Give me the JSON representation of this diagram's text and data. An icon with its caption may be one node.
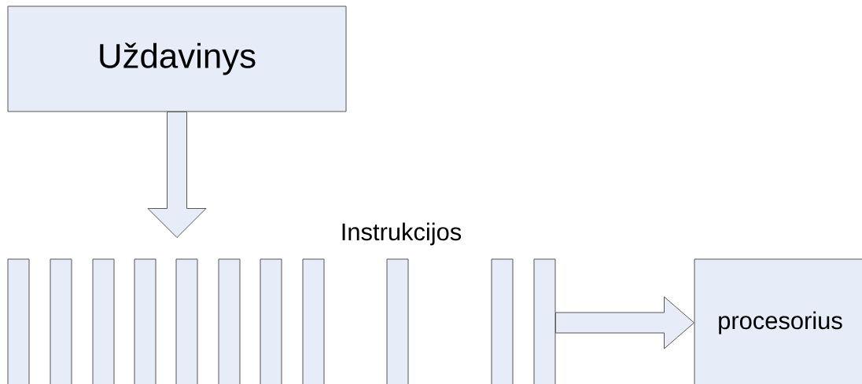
{
  "diagram": {
    "nodes": [
      {
        "text": [
          "Uždavinys"
        ]
      },
      {
        "text": [],
        "shape": "bar"
      },
      {
        "text": [],
        "shape": "bar"
      },
      {
        "text": [],
        "shape": "bar"
      },
      {
        "text": [],
        "shape": "bar"
      },
      {
        "text": [],
        "shape": "bar"
      },
      {
        "text": [],
        "shape": "bar"
      },
      {
        "text": [],
        "shape": "bar"
      },
      {
        "text": [],
        "shape": "bar"
      },
      {
        "text": [],
        "shape": "bar"
      },
      {
        "text": [],
        "shape": "bar"
      },
      {
        "text": [],
        "shape": "bar"
      },
      {
        "text": [
          "procesorius"
        ]
      }
    ],
    "edges": [
      {
        "from": 0,
        "to": null,
        "arrow": "to"
      },
      {
        "from": 11,
        "to": 12,
        "arrow": "to"
      }
    ],
    "labels": [
      "Instrukcijos"
    ]
  }
}
